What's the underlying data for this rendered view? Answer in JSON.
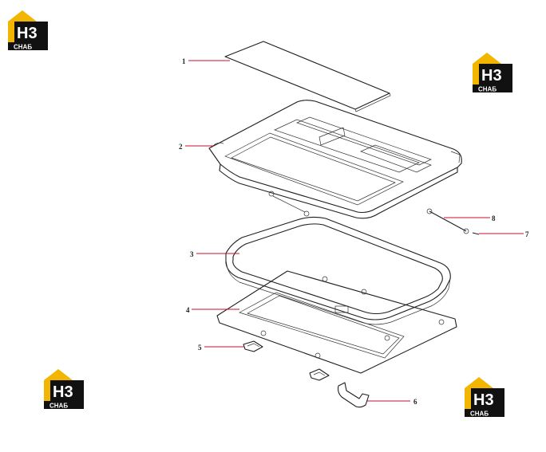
{
  "logo": {
    "letters": "H3",
    "caption": "CHAБ",
    "colors": {
      "house": "#f2b600",
      "dark": "#111111"
    }
  },
  "callouts": [
    {
      "id": "1",
      "label": "1"
    },
    {
      "id": "2",
      "label": "2"
    },
    {
      "id": "3",
      "label": "3"
    },
    {
      "id": "4",
      "label": "4"
    },
    {
      "id": "5",
      "label": "5"
    },
    {
      "id": "6",
      "label": "6"
    },
    {
      "id": "7",
      "label": "7"
    },
    {
      "id": "8",
      "label": "8"
    }
  ],
  "colors": {
    "leader": "#c8102e",
    "line": "#1e1e1e"
  }
}
